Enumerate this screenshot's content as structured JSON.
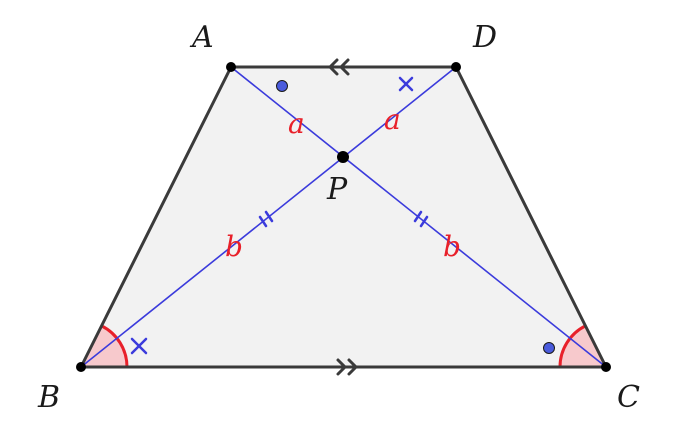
{
  "vertices": {
    "A": "A",
    "B": "B",
    "C": "C",
    "D": "D",
    "P": "P"
  },
  "segment_labels": {
    "AP": "a",
    "DP": "a",
    "BP": "b",
    "CP": "b"
  },
  "colors": {
    "fill": "#f2f2f2",
    "edge": "#3a3a3a",
    "diagonal": "#3b3bdc",
    "label": "#e8202a",
    "angle_fill": "#f7c9cc",
    "angle_stroke": "#e8202a",
    "dot_fill": "#4a5bdc",
    "point": "#000000"
  },
  "markers": {
    "parallel_top": "double-chevron-left",
    "parallel_bottom": "double-chevron-right",
    "equal_segments_BP_CP": "double-tick",
    "equal_angles_B_C": "angle-arc",
    "equal_angles_ADB_CBD": "cross",
    "equal_angles_DAC_ACB": "dot"
  }
}
